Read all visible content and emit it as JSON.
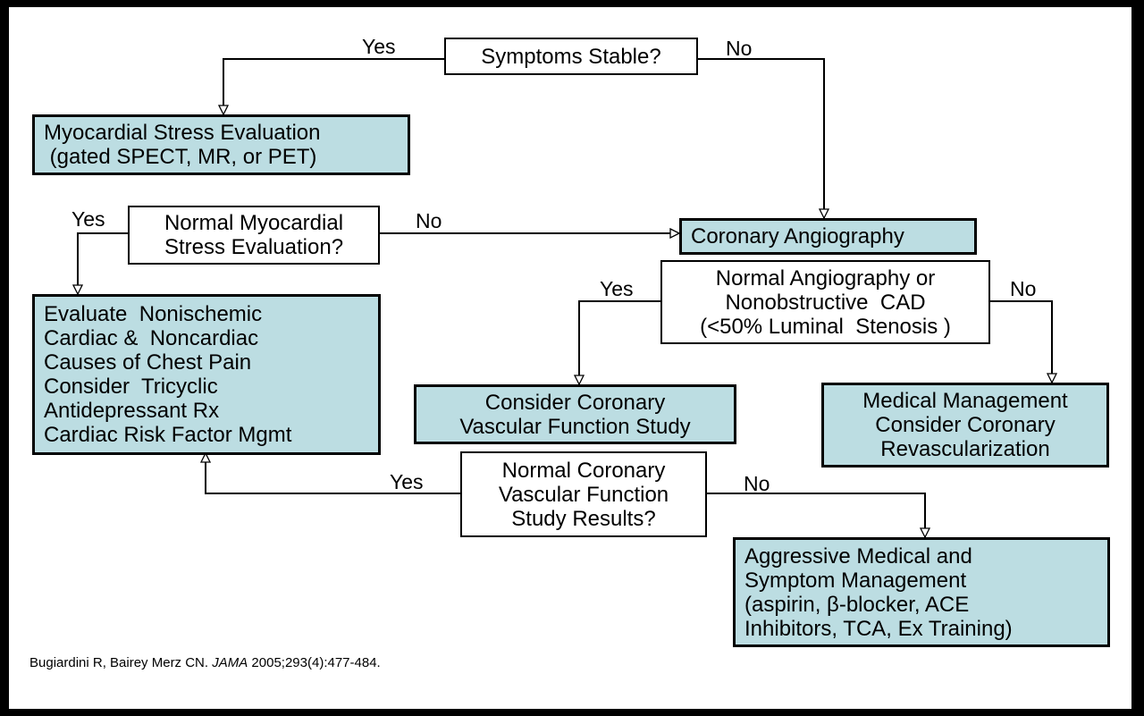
{
  "nodes": {
    "symptoms_stable": [
      "Symptoms Stable?"
    ],
    "stress_eval": [
      "Myocardial Stress Evaluation",
      " (gated SPECT, MR, or PET)"
    ],
    "normal_stress": [
      "Normal Myocardial",
      "Stress Evaluation?"
    ],
    "coronary_angio": [
      "Coronary Angiography"
    ],
    "normal_angio": [
      "Normal Angiography or",
      "Nonobstructive  CAD",
      "(<50% Luminal  Stenosis )"
    ],
    "evaluate_nonischemic": [
      "Evaluate  Nonischemic",
      "Cardiac &  Noncardiac",
      "Causes of Chest Pain",
      "Consider  Tricyclic",
      "Antidepressant Rx",
      "Cardiac Risk Factor Mgmt"
    ],
    "consider_cvfs": [
      "Consider Coronary",
      "Vascular Function Study"
    ],
    "medical_mgmt": [
      "Medical Management",
      "Consider Coronary",
      "Revascularization"
    ],
    "normal_cvfs": [
      "Normal Coronary",
      "Vascular Function",
      "Study Results?"
    ],
    "aggressive": [
      "Aggressive Medical and",
      "Symptom Management",
      "(aspirin, β-blocker, ACE",
      "Inhibitors, TCA, Ex Training)"
    ]
  },
  "labels": {
    "yes": "Yes",
    "no": "No"
  },
  "citation": {
    "authors": "Bugiardini R, Bairey Merz CN. ",
    "journal": "JAMA",
    "ref": " 2005;293(4):477-484."
  },
  "colors": {
    "answer_fill": "#bcdde2",
    "question_fill": "#ffffff",
    "border": "#000000",
    "frame": "#000000"
  }
}
